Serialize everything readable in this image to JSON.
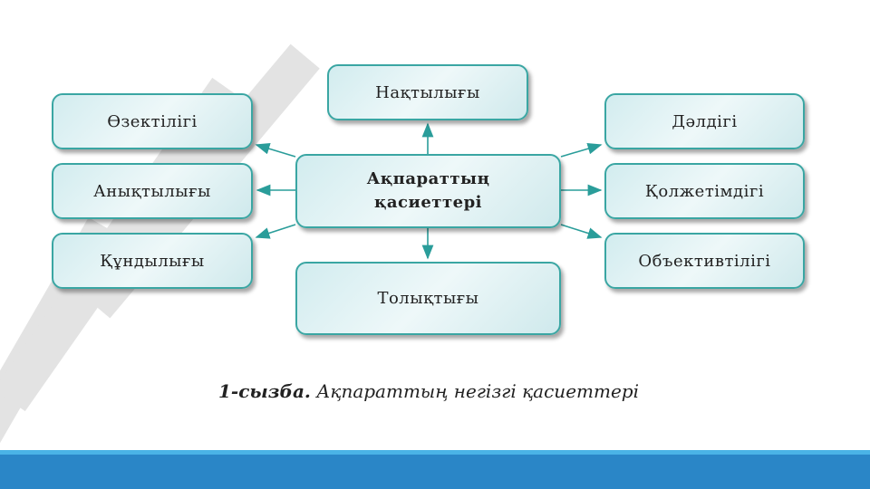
{
  "diagram": {
    "center": {
      "line1": "Ақпараттың",
      "line2": "қасиеттері"
    },
    "top": "Нақтылығы",
    "bottom": "Толықтығы",
    "left": [
      "Өзектілігі",
      "Анықтылығы",
      "Құндылығы"
    ],
    "right": [
      "Дәлдігі",
      "Қолжетімдігі",
      "Объективтілігі"
    ]
  },
  "caption": {
    "label": "1-сызба.",
    "text": " Ақпараттың негізгі қасиеттері"
  },
  "colors": {
    "border": "#3aa6a3",
    "arrow": "#2a9d9a",
    "footer": "#2a86c7"
  }
}
